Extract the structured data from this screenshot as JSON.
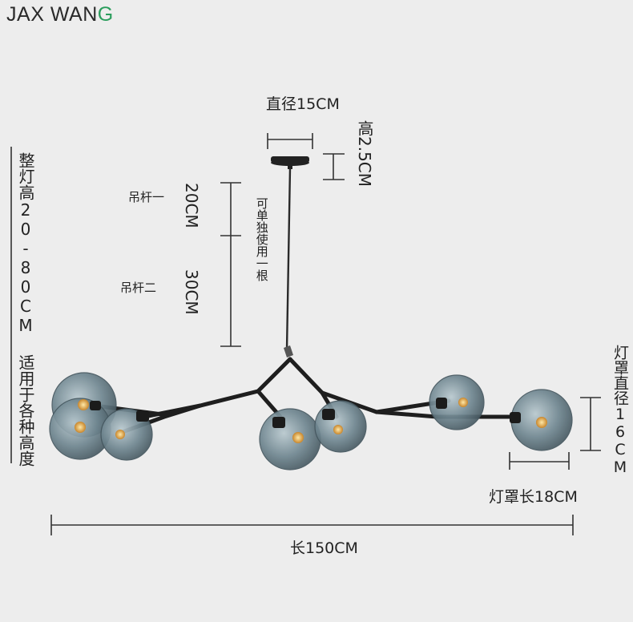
{
  "brand": {
    "name": "JAX WANG"
  },
  "dimensions": {
    "canopy_diameter": "直径15CM",
    "canopy_height": "高2.5CM",
    "total_height": "整灯高20-80CM 适用于各种高度",
    "rod_one_label": "吊杆一",
    "rod_one_length": "20CM",
    "rod_two_label": "吊杆二",
    "rod_two_length": "30CM",
    "rod_note": "可单独使用一根",
    "shade_diameter": "灯罩直径16CM",
    "shade_length": "灯罩长18CM",
    "total_length": "长150CM"
  },
  "colors": {
    "background": "#ededed",
    "glass": "#6f8690",
    "metal": "#1e1e1e",
    "line": "#333333"
  }
}
